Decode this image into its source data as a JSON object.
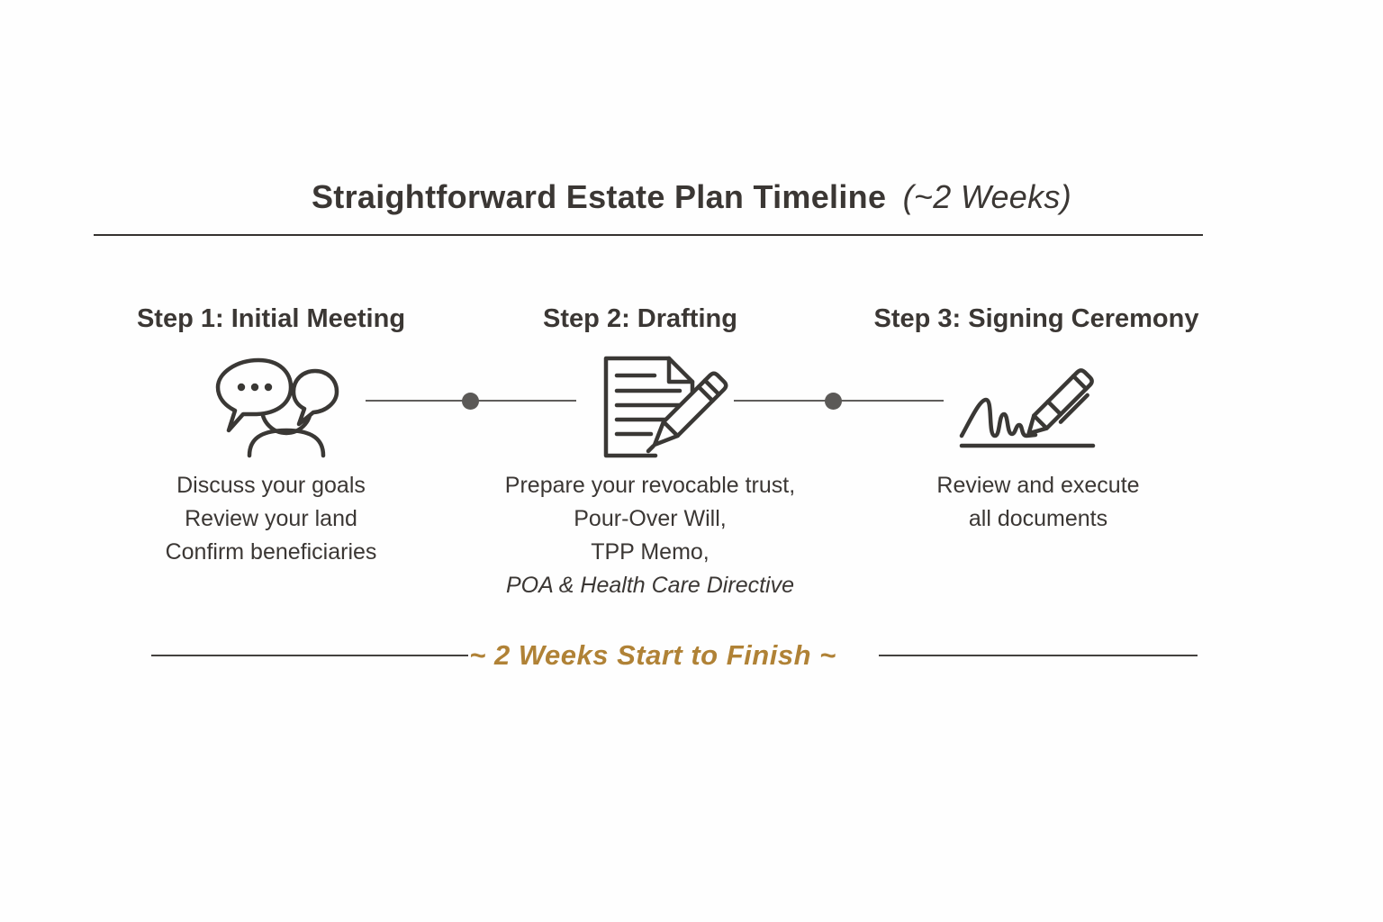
{
  "title": {
    "main": "Straightforward Estate Plan Timeline",
    "suffix": "(~2 Weeks)"
  },
  "steps": [
    {
      "heading": "Step 1: Initial Meeting",
      "icon": "speech-bubbles-icon",
      "lines": [
        "Discuss your goals",
        "Review your land",
        "Confirm beneficiaries"
      ]
    },
    {
      "heading": "Step 2: Drafting",
      "icon": "document-pencil-icon",
      "lines": [
        "Prepare your revocable trust,",
        "Pour-Over Will,",
        "TPP Memo,",
        "POA & Health Care Directive"
      ]
    },
    {
      "heading": "Step 3: Signing Ceremony",
      "icon": "signature-pen-icon",
      "lines": [
        "Review and execute",
        "all documents"
      ]
    }
  ],
  "footer": {
    "label": "~ 2 Weeks Start to Finish ~"
  },
  "colors": {
    "text": "#3b3734",
    "accent_gold": "#b08236",
    "connector": "#5f5d5b",
    "icon_stroke": "#3a3835"
  }
}
